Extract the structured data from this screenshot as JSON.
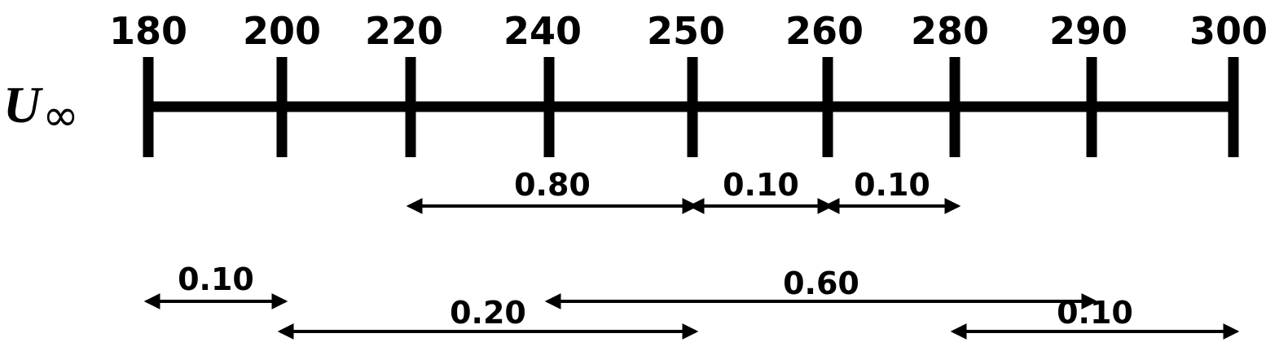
{
  "variable": {
    "symbol": "U",
    "subscript": "∞"
  },
  "axis": {
    "ticks": [
      "180",
      "200",
      "220",
      "240",
      "250",
      "260",
      "280",
      "290",
      "300"
    ]
  },
  "intervals": [
    {
      "from": "220",
      "to": "250",
      "label": "0.80"
    },
    {
      "from": "250",
      "to": "260",
      "label": "0.10"
    },
    {
      "from": "260",
      "to": "280",
      "label": "0.10"
    },
    {
      "from": "180",
      "to": "200",
      "label": "0.10"
    },
    {
      "from": "240",
      "to": "290",
      "label": "0.60"
    },
    {
      "from": "200",
      "to": "250",
      "label": "0.20"
    },
    {
      "from": "280",
      "to": "300",
      "label": "0.10"
    }
  ],
  "colors": {
    "ink": "#000000",
    "background": "#ffffff"
  }
}
